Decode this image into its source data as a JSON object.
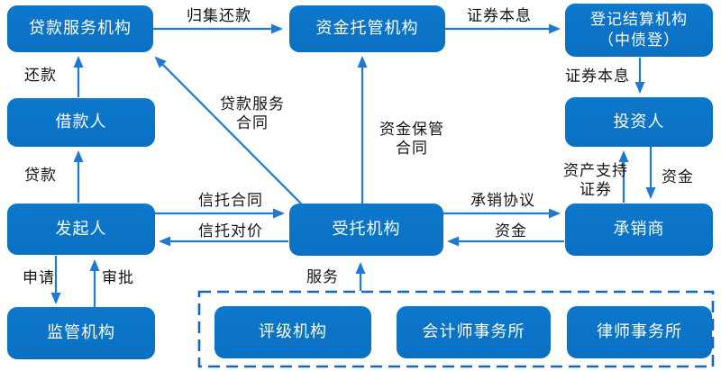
{
  "diagram": {
    "nodes": {
      "loan_servicer": {
        "label": "贷款服务机构"
      },
      "fund_custodian": {
        "label": "资金托管机构"
      },
      "registrar": {
        "label": "登记结算机构\n（中债登）"
      },
      "borrower": {
        "label": "借款人"
      },
      "investor": {
        "label": "投资人"
      },
      "originator": {
        "label": "发起人"
      },
      "trustee": {
        "label": "受托机构"
      },
      "underwriter": {
        "label": "承销商"
      },
      "regulator": {
        "label": "监管机构"
      },
      "rating_agency": {
        "label": "评级机构"
      },
      "accounting_firm": {
        "label": "会计师事务所"
      },
      "law_firm": {
        "label": "律师事务所"
      }
    },
    "edge_labels": {
      "collect_repayment": "归集还款",
      "securities_pi_top": "证券本息",
      "securities_pi_right": "证券本息",
      "repayment": "还款",
      "loan": "贷款",
      "loan_service_contract": "贷款服务\n合同",
      "fund_custody_contract": "资金保管\n合同",
      "trust_contract": "信托合同",
      "trust_consideration": "信托对价",
      "underwriting_agreement": "承销协议",
      "funds_to_trustee": "资金",
      "asset_backed_securities": "资产支持\n证券",
      "funds_to_underwriter": "资金",
      "application": "申请",
      "approval": "审批",
      "service": "服务"
    },
    "colors": {
      "box_fill": "#0a72c5",
      "box_text": "#ffffff",
      "arrow": "#1e79d2",
      "dashed_border": "#1566c0",
      "edge_label_text": "#141414"
    }
  }
}
